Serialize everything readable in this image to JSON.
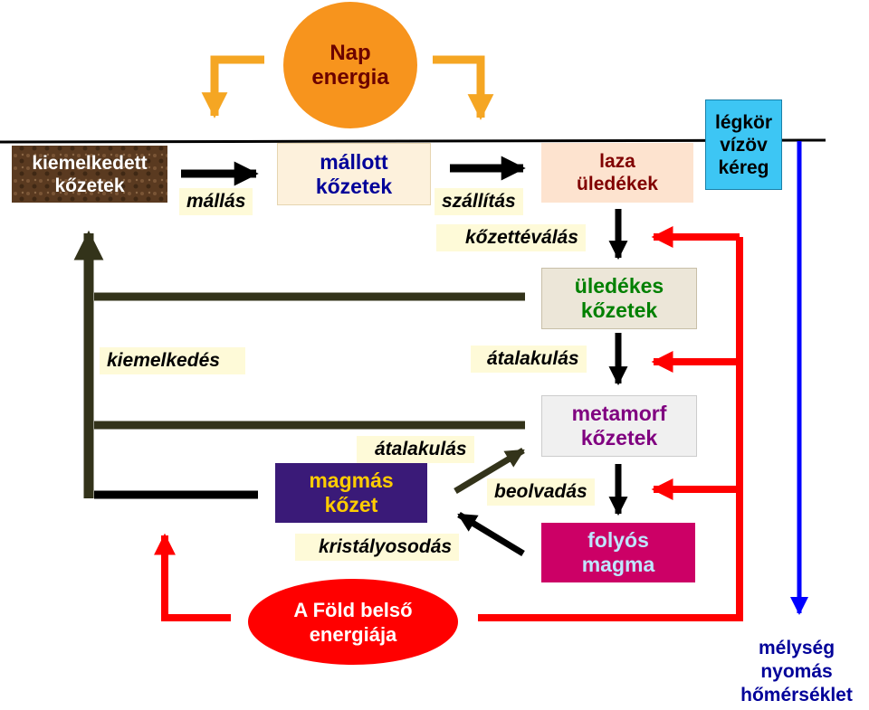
{
  "sun": {
    "line1": "Nap",
    "line2": "energia"
  },
  "earth_energy": {
    "line1": "A Föld belső",
    "line2": "energiája"
  },
  "boxes": {
    "uplifted": {
      "line1": "kiemelkedett",
      "line2": "kőzetek"
    },
    "weathered": {
      "line1": "mállott",
      "line2": "kőzetek"
    },
    "loose": {
      "line1": "laza",
      "line2": "üledékek"
    },
    "sedimentary": {
      "line1": "üledékes",
      "line2": "kőzetek"
    },
    "metamorphic": {
      "line1": "metamorf",
      "line2": "kőzetek"
    },
    "igneous": {
      "line1": "magmás",
      "line2": "kőzet"
    },
    "magma": {
      "line1": "folyós",
      "line2": "magma"
    },
    "atmosphere": {
      "line1": "légkör",
      "line2": "vízöv",
      "line3": "kéreg"
    }
  },
  "processes": {
    "weathering": "mállás",
    "transport": "szállítás",
    "lithification": "kőzettéválás",
    "uplift": "kiemelkedés",
    "metamorphism_right": "átalakulás",
    "metamorphism_left": "átalakulás",
    "melting": "beolvadás",
    "crystallization": "kristályosodás"
  },
  "depth_legend": {
    "line1": "mélység",
    "line2": "nyomás",
    "line3": "hőmérséklet"
  },
  "colors": {
    "sun": "#f7941d",
    "sun_arrows": "#f5a623",
    "earth_energy": "#ff0000",
    "red_arrows": "#ff0000",
    "uplift_lines": "#33331a",
    "depth_arrow": "#0000ff",
    "atmosphere_box": "#3dc6f4",
    "magma_box": "#cc0066",
    "igneous_box": "#3a1a78",
    "uplifted_box": "#5a3a20",
    "label_bg": "#fefad8",
    "weathered_text": "#000099",
    "loose_text": "#800000",
    "sedimentary_text": "#008000",
    "metamorphic_text": "#800080",
    "igneous_text": "#ffcc00",
    "depth_text": "#000099"
  },
  "icons": [
    "sun-circle",
    "arrow-right",
    "arrow-down",
    "arrow-up",
    "arrow-left",
    "arrow-diagonal"
  ]
}
